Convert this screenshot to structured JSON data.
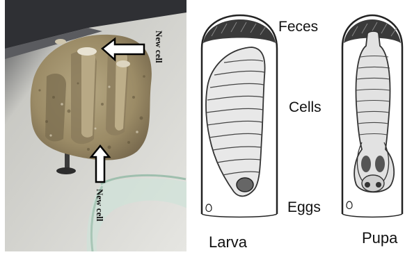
{
  "photo": {
    "arrow_labels": [
      "New cell",
      "New cell"
    ]
  },
  "diagram": {
    "labels": {
      "feces": "Feces",
      "cells": "Cells",
      "eggs": "Eggs",
      "larva": "Larva",
      "pupa": "Pupa"
    }
  },
  "colors": {
    "nest": "#a39471",
    "nest_dark": "#6f6248",
    "background_photo": "#dcdcd8",
    "wall": "#2a2a2a"
  }
}
